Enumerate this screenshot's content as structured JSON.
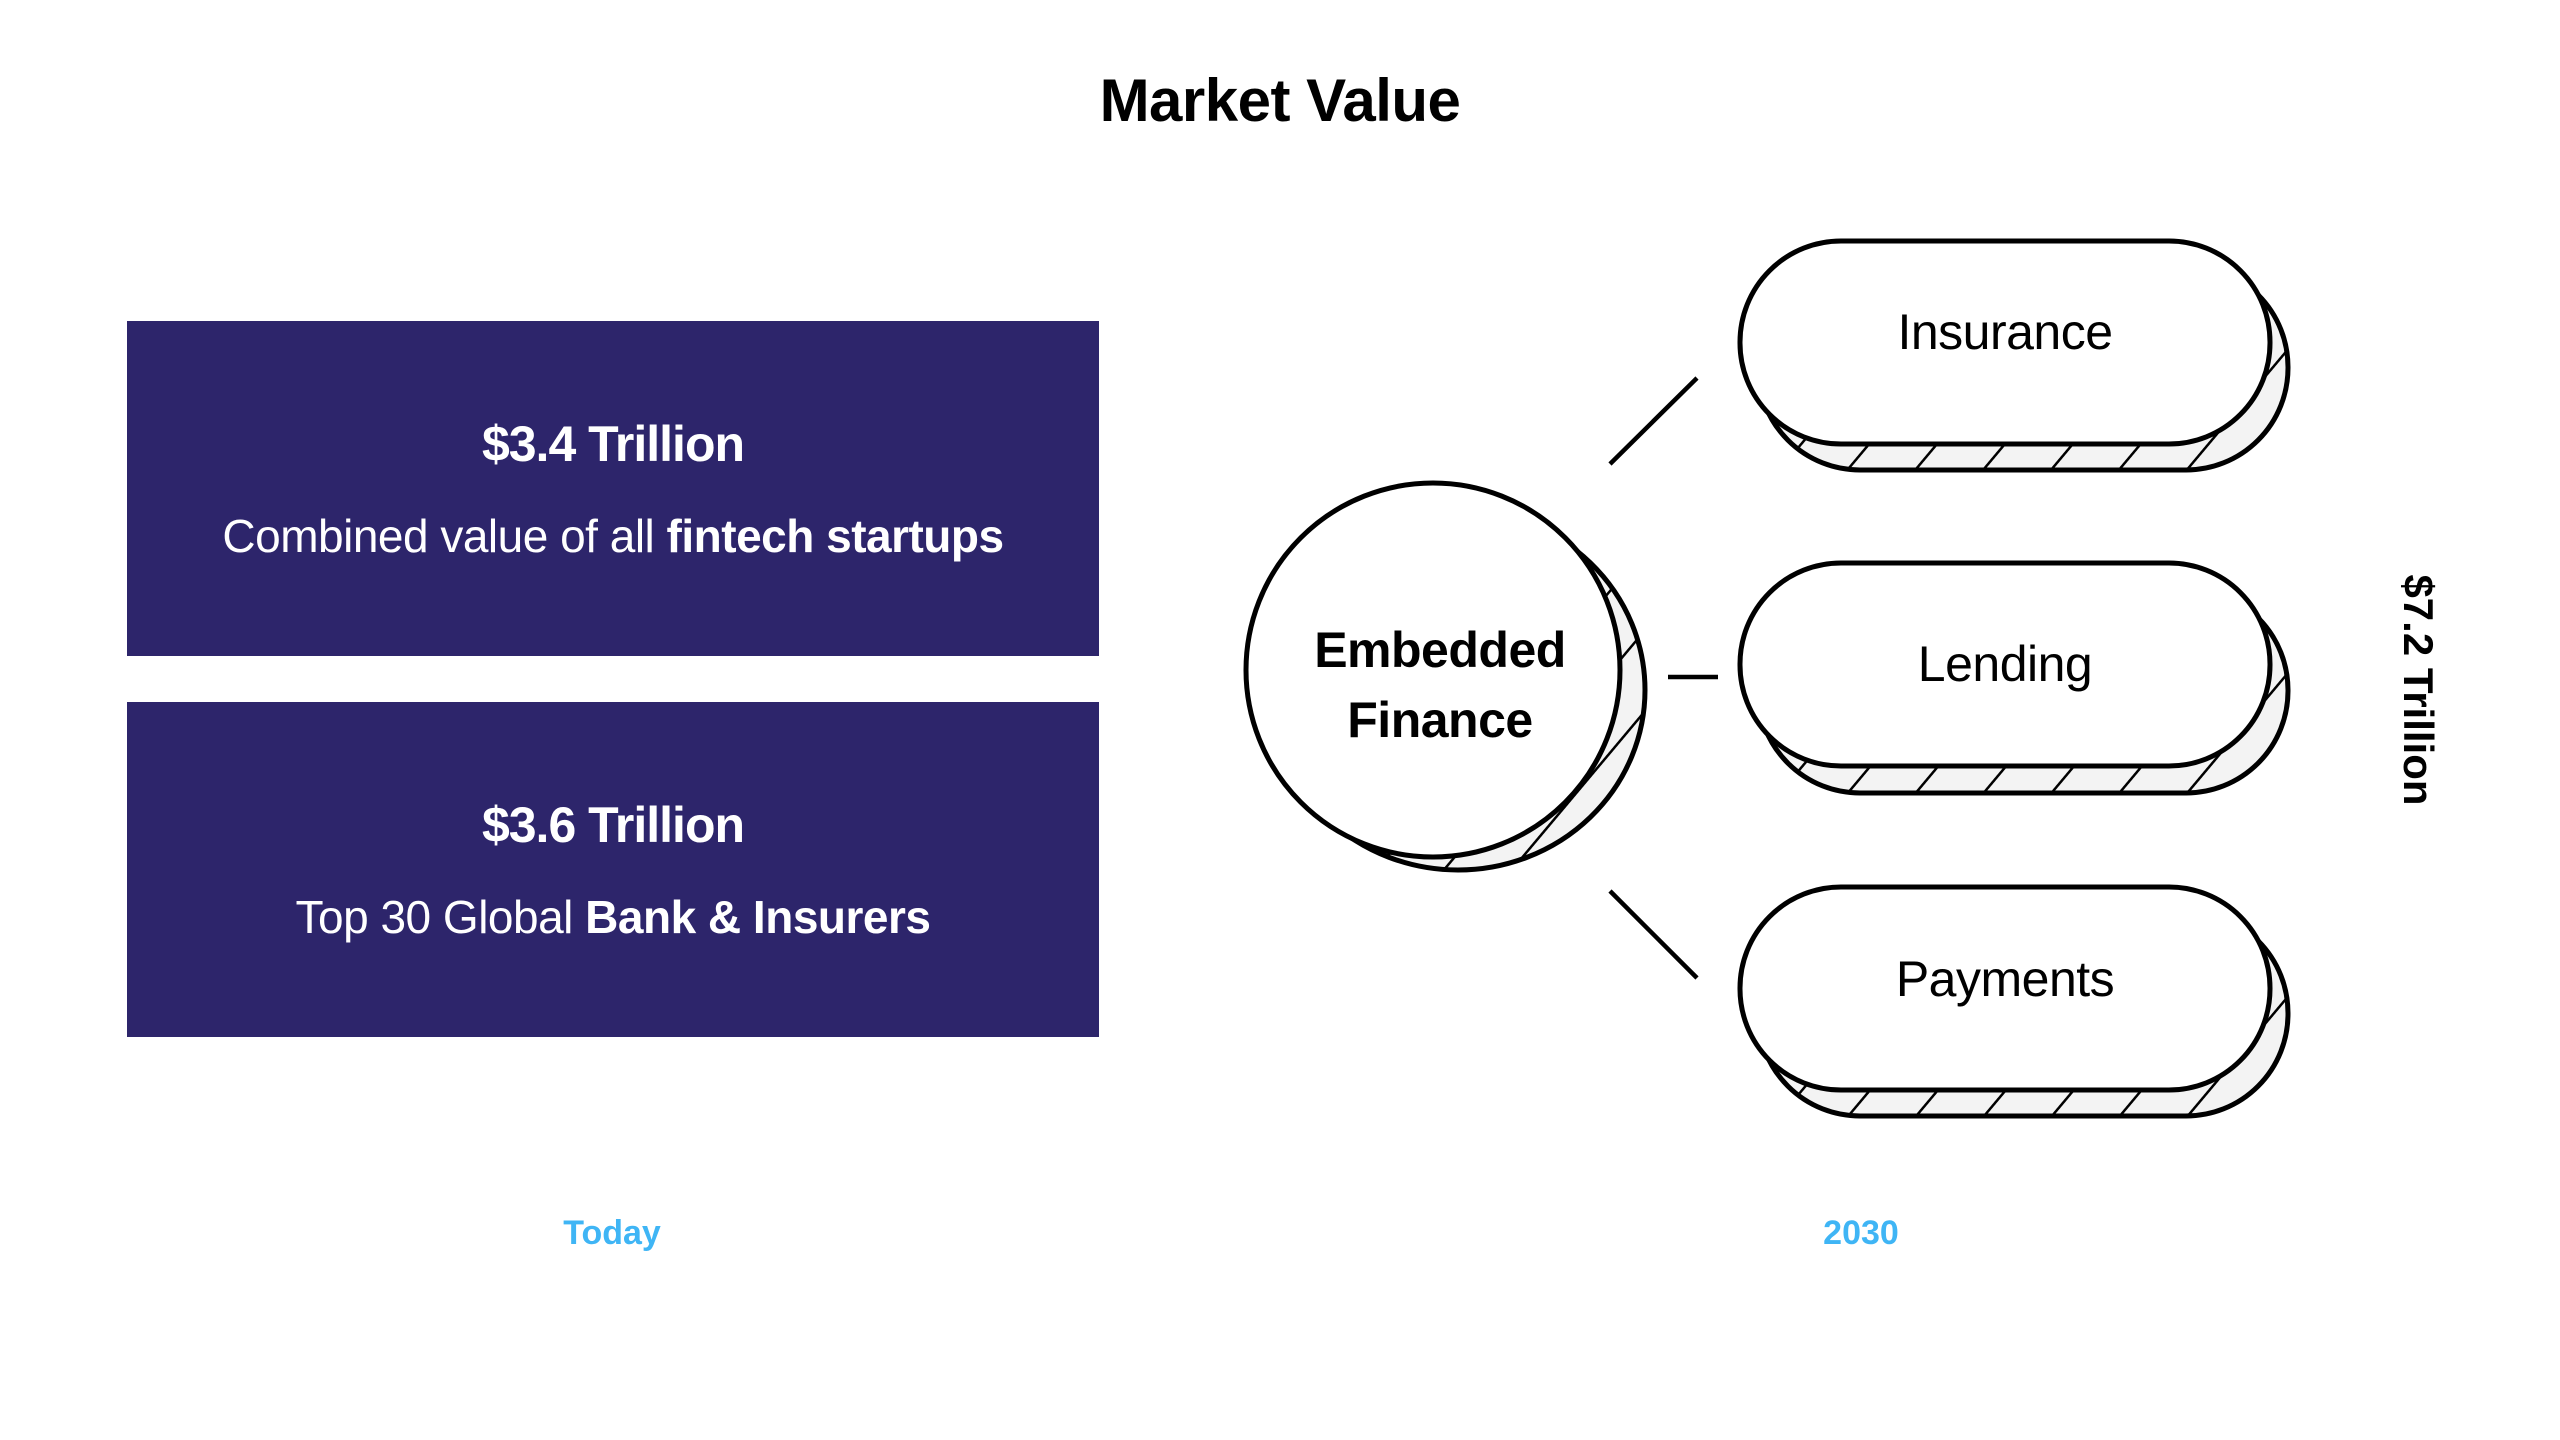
{
  "title": "Market Value",
  "today": {
    "label": "Today",
    "boxes": [
      {
        "value": "$3.4 Trillion",
        "desc_regular": "Combined value of all ",
        "desc_bold": "fintech startups"
      },
      {
        "value": "$3.6 Trillion",
        "desc_regular": "Top 30 Global ",
        "desc_bold": "Bank & Insurers"
      }
    ]
  },
  "future": {
    "label": "2030",
    "center": {
      "line1": "Embedded",
      "line2": "Finance"
    },
    "segments": [
      "Insurance",
      "Lending",
      "Payments"
    ],
    "total": "$7.2 Trillion"
  },
  "colors": {
    "box_fill": "#2d256b",
    "axis_label": "#3fb5f5",
    "coin_edge": "#f3f3f3",
    "stroke": "#000000"
  }
}
